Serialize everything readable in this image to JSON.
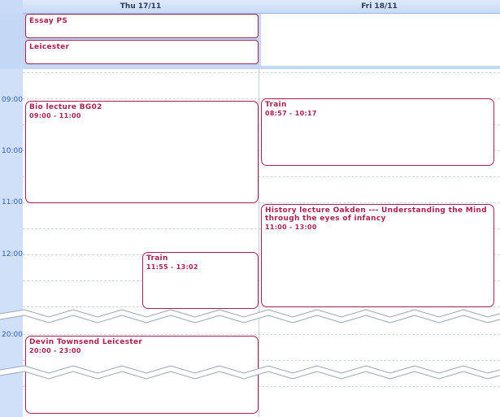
{
  "days": [
    {
      "label": "Thu 17/11"
    },
    {
      "label": "Fri 18/11"
    }
  ],
  "all_day_events": [
    {
      "title": "Essay PS"
    },
    {
      "title": "Leicester"
    }
  ],
  "time_labels": [
    "09:00",
    "10:00",
    "11:00",
    "12:00",
    "20:00"
  ],
  "events": [
    {
      "title": "Bio lecture BG02",
      "time": "09:00 - 11:00"
    },
    {
      "title": "Train",
      "time": "08:57 - 10:17"
    },
    {
      "title": "History lecture Oakden --- Understanding the Mind through the eyes of infancy",
      "time": "11:00 - 13:00"
    },
    {
      "title": "Train",
      "time": "11:55 - 13:02"
    },
    {
      "title": "Devin Townsend Leicester",
      "time": "20:00 - 23:00"
    }
  ],
  "colors": {
    "event_border": "#a4244f",
    "header_bg": "#c8daf7",
    "gutter_bg": "#cfe0f8",
    "time_text": "#2f5fb8"
  }
}
